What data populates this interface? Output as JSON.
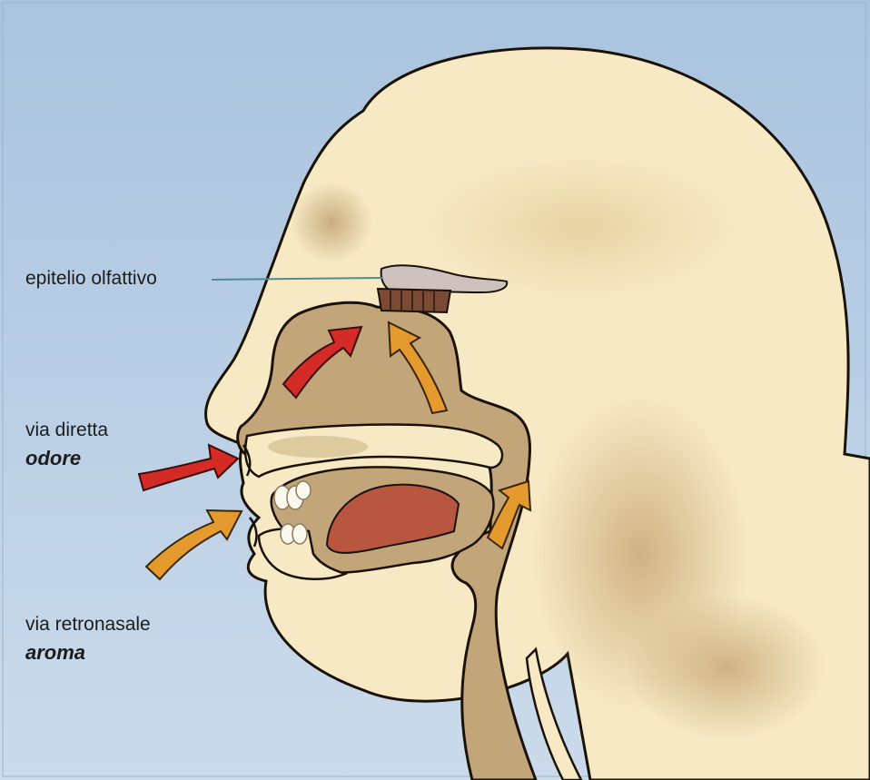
{
  "labels": {
    "olfactory_epithelium": "epitelio olfattivo",
    "direct_route": "via diretta",
    "direct_route_term": "odore",
    "retronasal_route": "via retronasale",
    "retronasal_route_term": "aroma"
  },
  "colors": {
    "background_top": "#aec6e0",
    "background_bottom": "#c9daec",
    "skin": "#f6e9c4",
    "skin_shadow": "#dcc596",
    "cavity": "#c2a67a",
    "mouth_interior": "#e8dcbc",
    "tongue": "#b8563f",
    "teeth": "#fbf8ee",
    "epithelium_bulb": "#cfc1be",
    "epithelium_cells": "#7a4a35",
    "direct_arrow": "#d42b26",
    "retronasal_arrow": "#e49a2c",
    "outline": "#1a1208",
    "pointer_line": "#4e8c9a"
  },
  "icons": {
    "direct_arrow": "arrow-icon",
    "retronasal_arrow": "arrow-icon"
  }
}
